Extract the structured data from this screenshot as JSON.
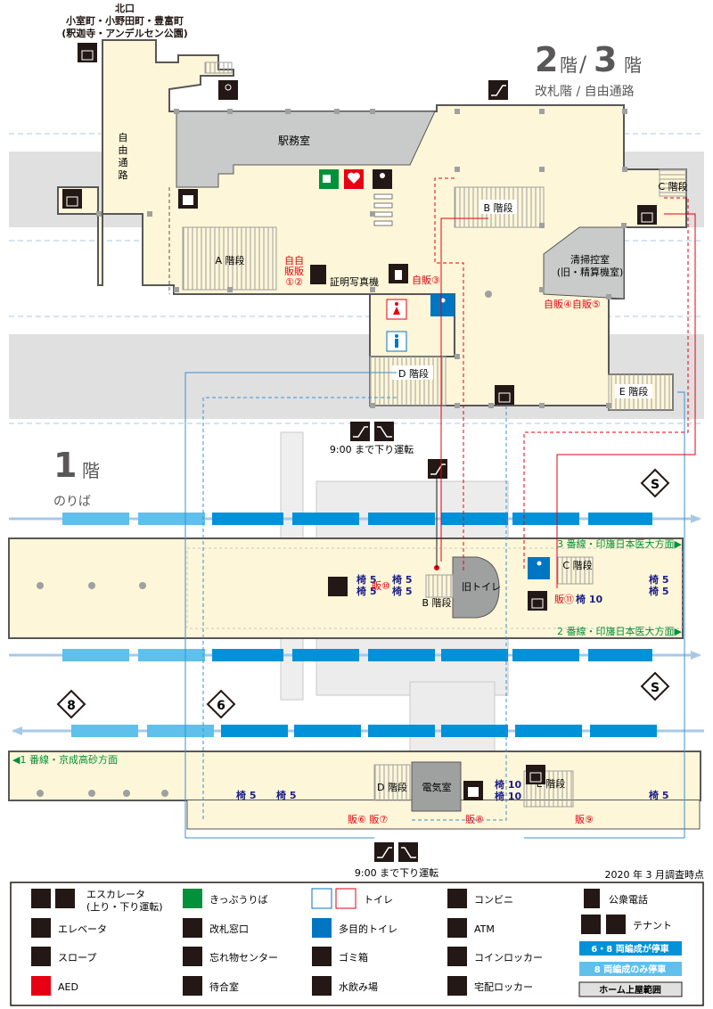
{
  "upper": {
    "exit_name": "北口",
    "exit_line1": "小室町・小野田町・豊富町",
    "exit_line2": "(釈迦寺・アンデルセン公園)",
    "floor_num_a": "2",
    "floor_num_b": "3",
    "floor_word": "階",
    "floor_slash": "/",
    "floor_subtitle": "改札階 / 自由通路",
    "jiyu_tsuro": [
      "自",
      "由",
      "通",
      "路"
    ],
    "station_office": "駅務室",
    "stair_a": "A 階段",
    "stair_b": "B 階段",
    "stair_c": "C 階段",
    "stair_d": "D 階段",
    "stair_e": "E 階段",
    "vending_12_top": "自自",
    "vending_12_mid": "販販",
    "vending_12_bottom": "①②",
    "photo_booth": "証明写真機",
    "vending_3": "自販③",
    "vending_45": "自販④自販⑤",
    "cleaning_room": "清掃控室",
    "cleaning_room_sub": "(旧・精算機室)",
    "escalator_note": "9:00 まで下り運転"
  },
  "lower": {
    "floor_num": "1",
    "floor_word": "階",
    "floor_subtitle": "のりば",
    "route_6": "6",
    "route_8": "8",
    "route_s": "S",
    "track3": "3 番線・印旛日本医大方面▶",
    "track2": "2 番線・印旛日本医大方面▶",
    "track1": "◀1 番線・京成高砂方面",
    "stair_b": "B 階段",
    "stair_c": "C 階段",
    "stair_d": "D 階段",
    "stair_e": "E 階段",
    "old_toilet": "旧トイレ",
    "electric_room": "電気室",
    "bench5": "椅 5",
    "vend10": "販⑩",
    "vend11": "販⑪",
    "bench10": "椅 10",
    "vend67": "販⑥ 販⑦",
    "vend8": "販⑧",
    "vend9": "販⑨",
    "escalator_note": "9:00 まで下り運転"
  },
  "survey_date": "2020 年 3 月調査時点",
  "legend": {
    "escalator": "エスカレータ",
    "escalator_sub": "(上り・下り運転)",
    "elevator": "エレベータ",
    "slope": "スロープ",
    "aed": "AED",
    "ticket": "きっぷうりば",
    "ticket_gate": "改札窓口",
    "lost_found": "忘れ物センター",
    "waiting": "待合室",
    "toilet": "トイレ",
    "multi_toilet": "多目的トイレ",
    "trash": "ゴミ箱",
    "water": "水飲み場",
    "convenience": "コンビニ",
    "atm": "ATM",
    "coin_locker": "コインロッカー",
    "delivery_locker": "宅配ロッカー",
    "phone": "公衆電話",
    "tenant": "テナント",
    "stop68": "6・8 両編成が停車",
    "stop8": "8 両編成のみ停車",
    "roof": "ホーム上屋範囲"
  },
  "colors": {
    "floor": "#fdf6d8",
    "room": "#c9caca",
    "track_bg": "#e0e0e0",
    "car_dark": "#0092d8",
    "car_light": "#5fc0ec",
    "red": "#e60012",
    "green": "#00913a",
    "navy": "#1d2088",
    "blue_route": "#3d8fd1"
  }
}
